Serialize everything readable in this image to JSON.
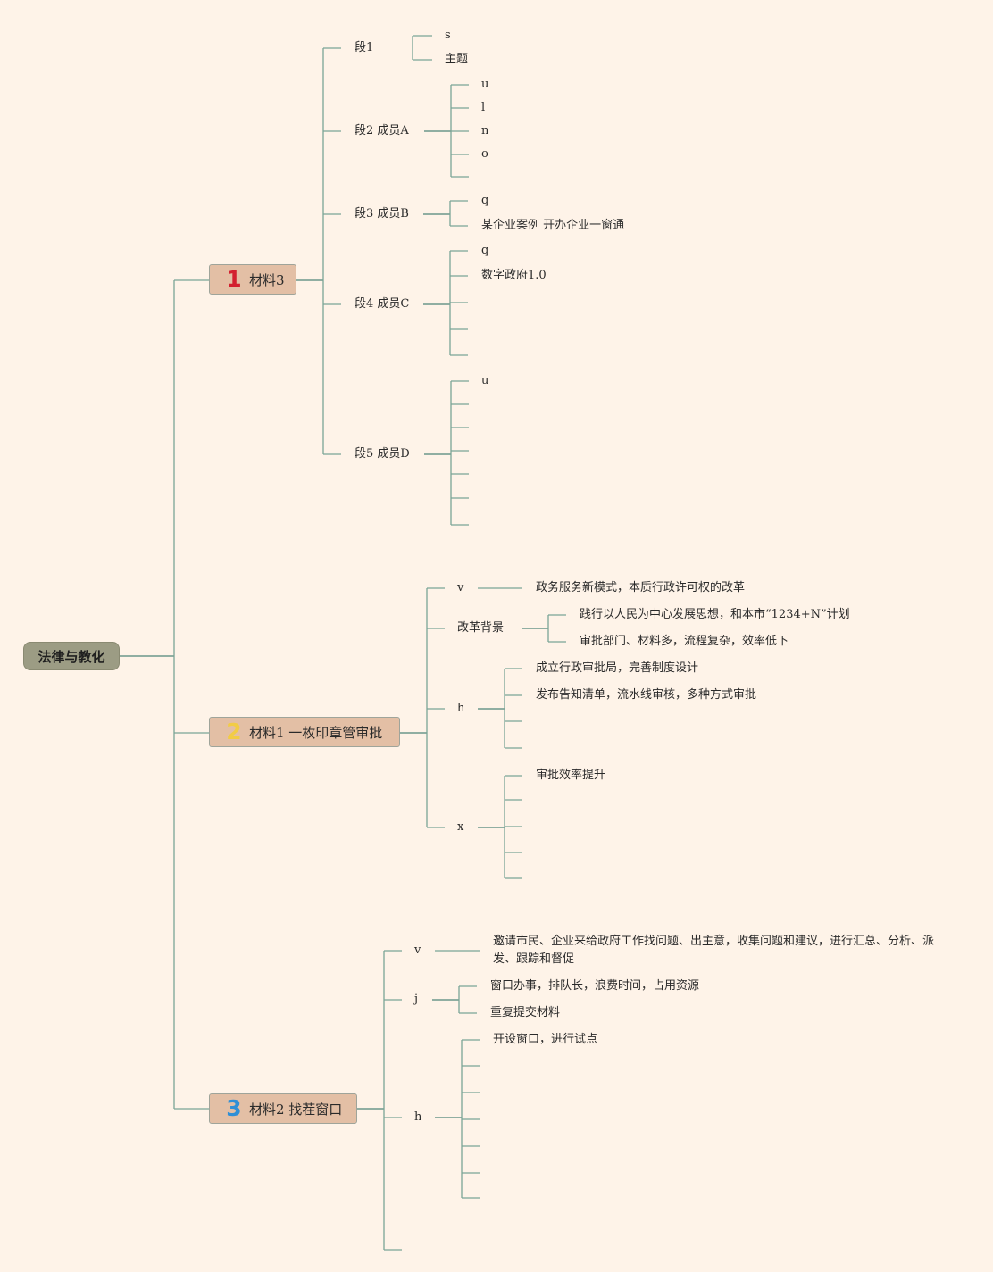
{
  "root": {
    "label": "法律与教化"
  },
  "branches": [
    {
      "number": "1",
      "number_color": "#d3202f",
      "label": "材料3",
      "children": [
        {
          "label": "段1",
          "items": [
            "s",
            "主题"
          ]
        },
        {
          "label": "段2 成员A",
          "items": [
            "u",
            "l",
            "n",
            "o"
          ]
        },
        {
          "label": "段3 成员B",
          "items": [
            "q",
            "某企业案例 开办企业一窗通"
          ]
        },
        {
          "label": "段4 成员C",
          "items": [
            "q",
            "数字政府1.0"
          ]
        },
        {
          "label": "段5 成员D",
          "items": [
            "u"
          ]
        }
      ]
    },
    {
      "number": "2",
      "number_color": "#f2cc45",
      "label": "材料1 一枚印章管审批",
      "children": [
        {
          "label": "v",
          "items": [
            "政务服务新模式，本质行政许可权的改革"
          ]
        },
        {
          "label": "改革背景",
          "items": [
            "践行以人民为中心发展思想，和本市“1234+N”计划",
            "审批部门、材料多，流程复杂，效率低下"
          ]
        },
        {
          "label": "h",
          "items": [
            "成立行政审批局，完善制度设计",
            "发布告知清单，流水线审核，多种方式审批"
          ]
        },
        {
          "label": "x",
          "items": [
            "审批效率提升"
          ]
        }
      ]
    },
    {
      "number": "3",
      "number_color": "#2f8fd6",
      "label": "材料2 找茬窗口",
      "children": [
        {
          "label": "v",
          "items": [
            "邀请市民、企业来给政府工作找问题、出主意，收集问题和建议，进行汇总、分析、派发、跟踪和督促"
          ]
        },
        {
          "label": "j",
          "items": [
            "窗口办事，排队长，浪费时间，占用资源",
            "重复提交材料"
          ]
        },
        {
          "label": "h",
          "items": [
            "开设窗口，进行试点"
          ]
        }
      ]
    }
  ],
  "colors": {
    "background": "#fef3e8",
    "connector": "#7aa596",
    "connector_dark": "#4f8478",
    "root_fill": "#9c9c84",
    "branch_fill": "#e3bfa5"
  }
}
